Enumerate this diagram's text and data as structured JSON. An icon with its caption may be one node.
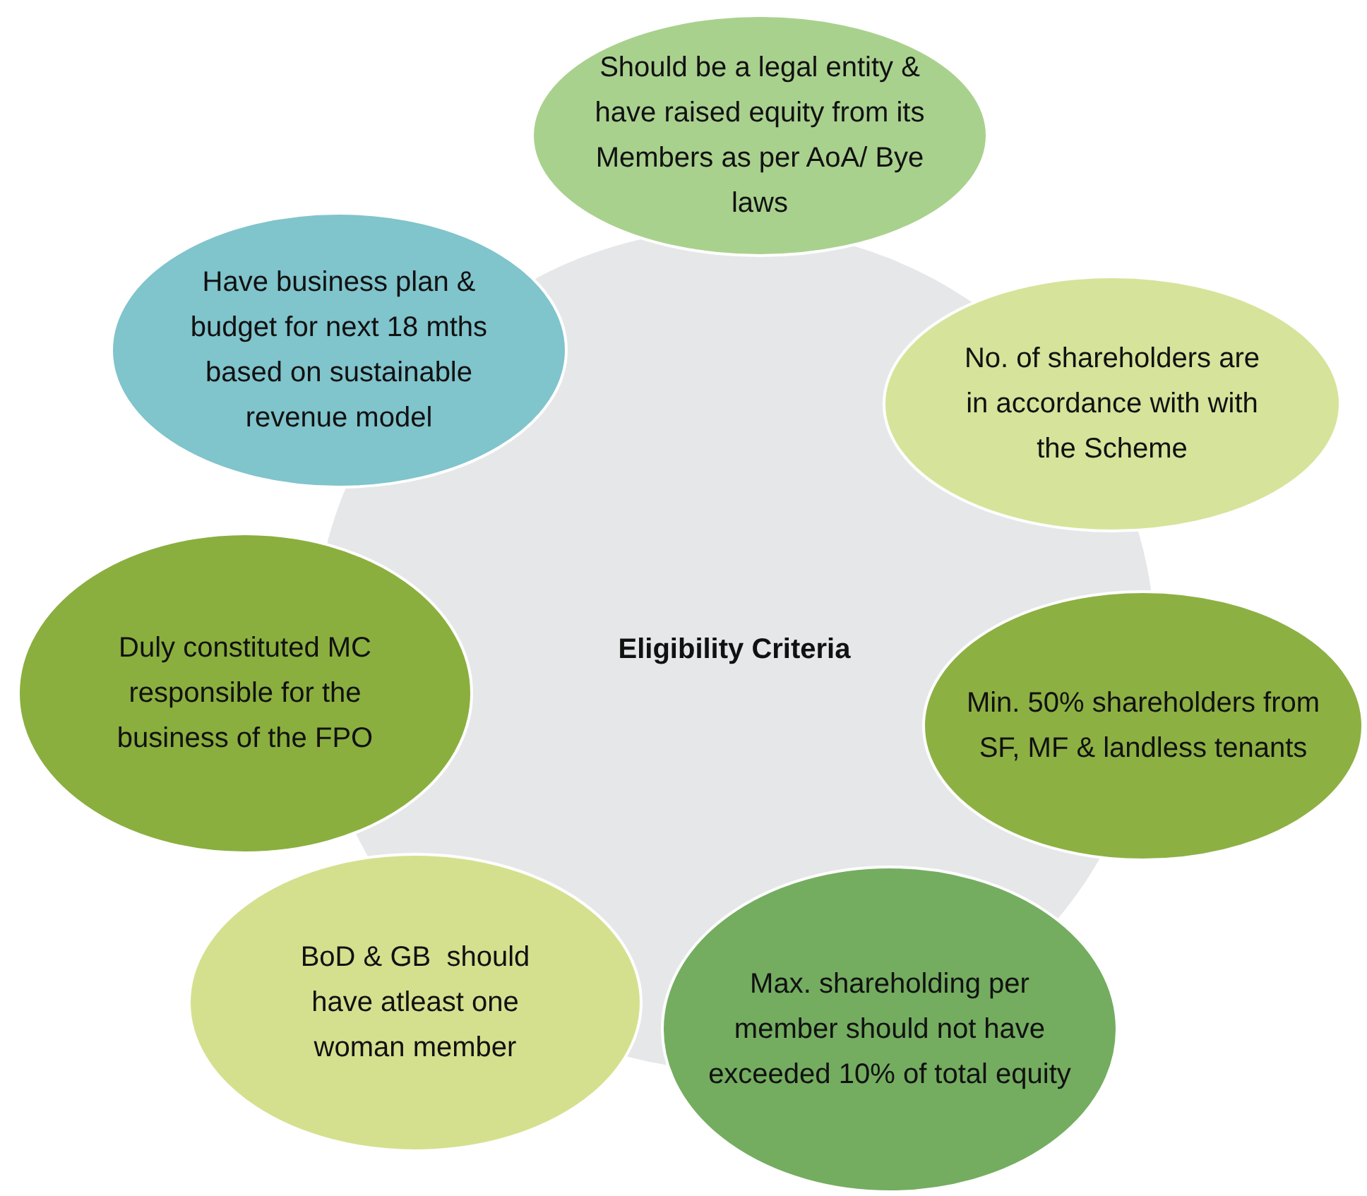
{
  "diagram": {
    "nodes": [
      {
        "text": [
          "Eligibility Criteria"
        ]
      },
      {
        "text": [
          "Should be a legal entity & have raised equity from its Members as per AoA/ Bye laws"
        ]
      },
      {
        "text": [
          "No. of shareholders are in accordance with with the Scheme"
        ]
      },
      {
        "text": [
          "Min. 50% shareholders from SF, MF & landless tenants"
        ]
      },
      {
        "text": [
          "Max. shareholding per member should not have exceeded 10% of total equity"
        ]
      },
      {
        "text": [
          "BoD & GB  should have atleast one woman member"
        ]
      },
      {
        "text": [
          "Duly constituted MC responsible for the business of the FPO"
        ]
      },
      {
        "text": [
          "Have business plan & budget for next 18 mths based on sustainable revenue model"
        ]
      }
    ]
  }
}
